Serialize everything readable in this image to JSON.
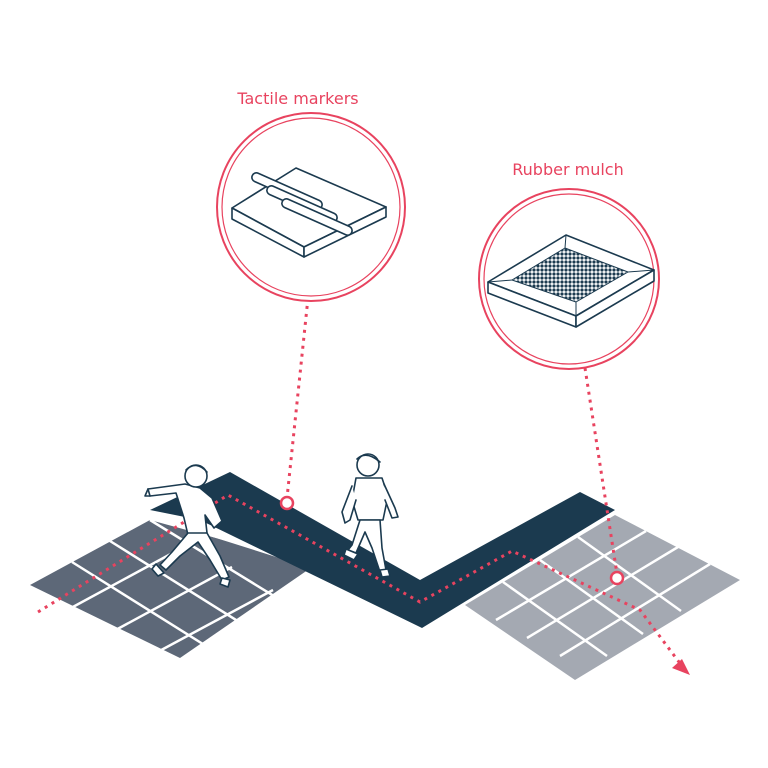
{
  "callouts": {
    "tactile": {
      "label": "Tactile markers"
    },
    "rubber": {
      "label": "Rubber mulch"
    }
  },
  "colors": {
    "accent": "#e8435f",
    "path_dark": "#1b3a4f",
    "tile_dark": "#5d6878",
    "tile_light": "#a4a9b2",
    "grout": "#ffffff",
    "stroke": "#1b3a4f"
  },
  "icons": [
    "tactile-tile-icon",
    "rubber-mulch-tile-icon",
    "arrow-head-icon"
  ],
  "figures": [
    "child-jumping-figure",
    "child-walking-figure"
  ]
}
